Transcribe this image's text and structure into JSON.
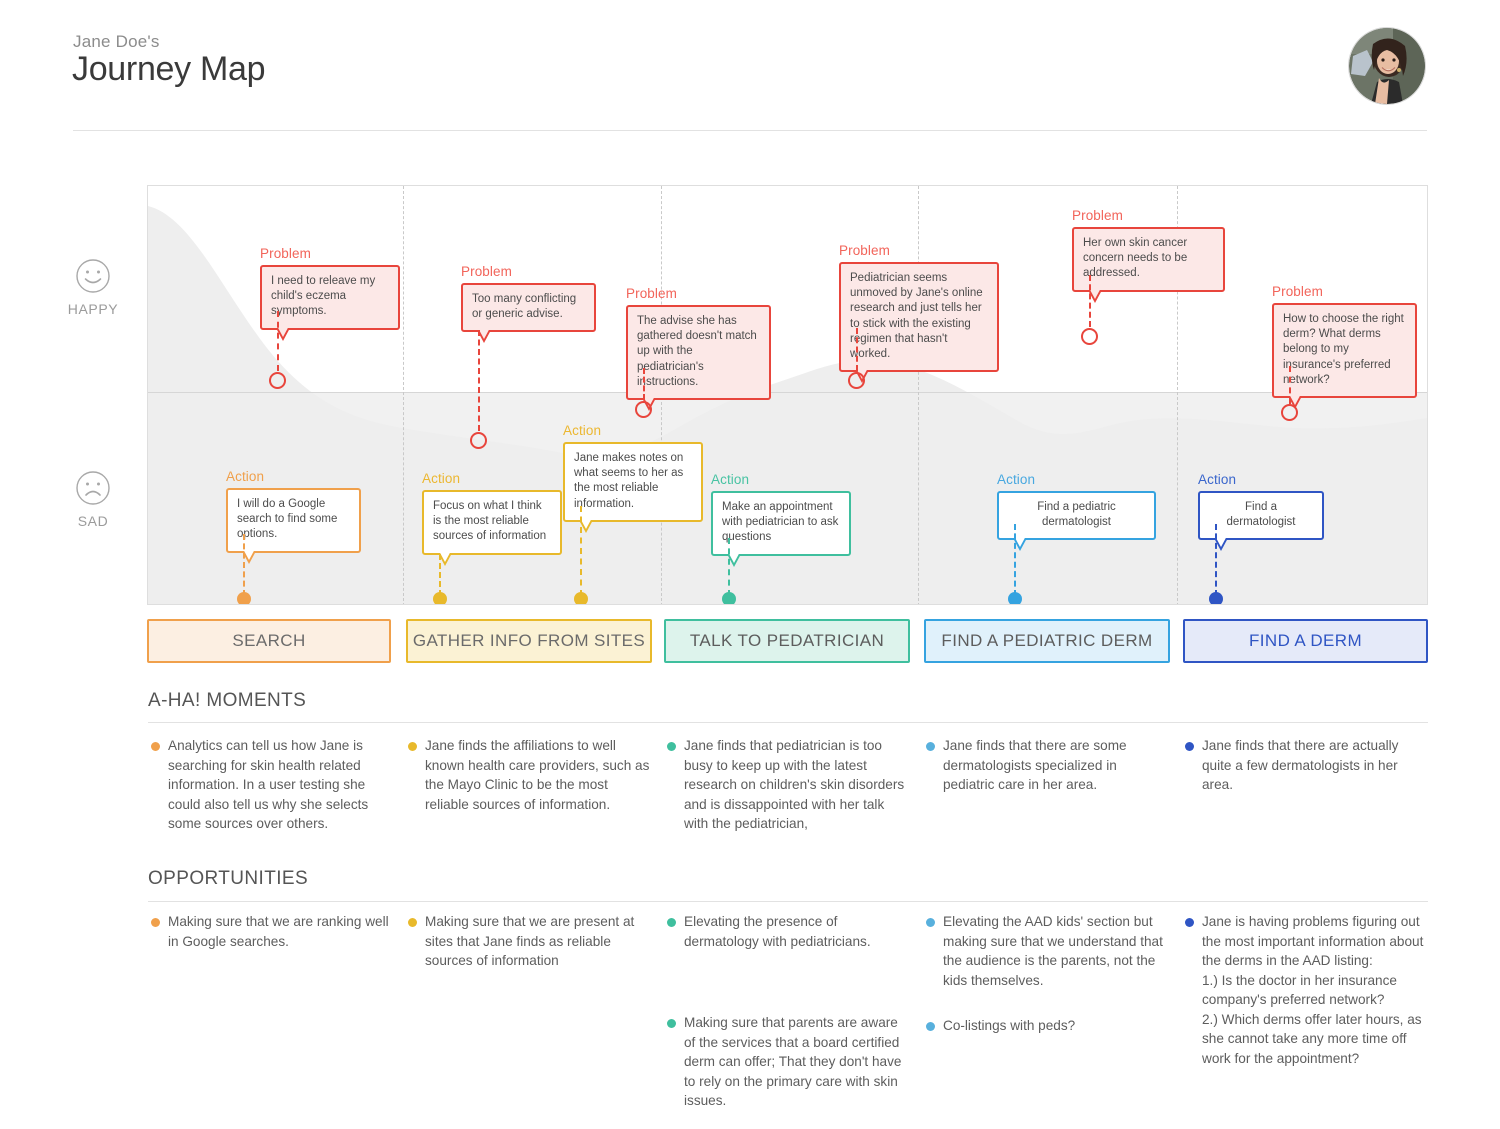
{
  "header": {
    "eyebrow": "Jane Doe's",
    "title": "Journey Map",
    "avatar_name": "user-avatar-photo"
  },
  "mood_axis": {
    "happy_label": "HAPPY",
    "sad_label": "SAD",
    "happy_icon": "happy-face-icon",
    "sad_icon": "sad-face-icon"
  },
  "palette": {
    "problem": "#e8453c",
    "problem_fill": "#fce8e7",
    "orange": "#f0a04b",
    "yellow": "#e8b92b",
    "green": "#3fbf9e",
    "light_blue": "#35a3e0",
    "blue": "#2f55c4"
  },
  "chart_data": {
    "type": "line",
    "title": "Journey Map",
    "xlabel": "",
    "ylabel": "",
    "ylim": [
      0,
      1
    ],
    "grid": false,
    "legend_position": "none",
    "note": "Emotional journey curve from HAPPY (top) to SAD (bottom) across five stages",
    "categories": [
      "SEARCH",
      "GATHER INFO FROM SITES",
      "TALK TO PEDATRICIAN",
      "FIND A PEDIATRIC DERM",
      "FIND A DERM"
    ],
    "series": [
      {
        "name": "Emotion",
        "x": [
          0,
          0.06,
          0.14,
          0.22,
          0.3,
          0.38,
          0.45,
          0.52,
          0.6,
          0.68,
          0.75,
          0.82,
          0.9,
          1.0
        ],
        "values": [
          0.95,
          0.8,
          0.58,
          0.46,
          0.4,
          0.38,
          0.44,
          0.55,
          0.67,
          0.72,
          0.66,
          0.52,
          0.43,
          0.46
        ]
      }
    ],
    "problem_points": [
      {
        "stage": "SEARCH",
        "x": 0.075,
        "y": 0.49
      },
      {
        "stage": "GATHER INFO FROM SITES",
        "x": 0.255,
        "y": 0.35
      },
      {
        "stage": "GATHER INFO FROM SITES",
        "x": 0.388,
        "y": 0.42
      },
      {
        "stage": "TALK TO PEDATRICIAN",
        "x": 0.552,
        "y": 0.49
      },
      {
        "stage": "FIND A PEDIATRIC DERM",
        "x": 0.737,
        "y": 0.56
      },
      {
        "stage": "FIND A DERM",
        "x": 0.892,
        "y": 0.42
      }
    ],
    "action_points": [
      {
        "stage": "SEARCH",
        "x": 0.075,
        "y": 0.0,
        "color": "#f0a04b"
      },
      {
        "stage": "GATHER INFO FROM SITES",
        "x": 0.229,
        "y": 0.0,
        "color": "#e8b92b"
      },
      {
        "stage": "GATHER INFO FROM SITES",
        "x": 0.341,
        "y": 0.0,
        "color": "#e8b92b"
      },
      {
        "stage": "TALK TO PEDATRICIAN",
        "x": 0.452,
        "y": 0.0,
        "color": "#3fbf9e"
      },
      {
        "stage": "FIND A PEDIATRIC DERM",
        "x": 0.677,
        "y": 0.0,
        "color": "#35a3e0"
      },
      {
        "stage": "FIND A DERM",
        "x": 0.834,
        "y": 0.0,
        "color": "#2f55c4"
      }
    ]
  },
  "problems": [
    {
      "kicker": "Problem",
      "text": "I need to releave my child's eczema symptoms."
    },
    {
      "kicker": "Problem",
      "text": "Too many conflicting or generic advise."
    },
    {
      "kicker": "Problem",
      "text": "The advise she has gathered doesn't match up with the pediatrician's instructions."
    },
    {
      "kicker": "Problem",
      "text": "Pediatrician seems unmoved by Jane's online research and just tells her to stick with the existing regimen that hasn't worked."
    },
    {
      "kicker": "Problem",
      "text": "Her own skin cancer concern needs to be addressed."
    },
    {
      "kicker": "Problem",
      "text": "How to choose the right derm? What derms belong to my insurance's preferred network?"
    }
  ],
  "actions": [
    {
      "kicker": "Action",
      "text": "I will do a Google search to find some options."
    },
    {
      "kicker": "Action",
      "text": "Focus on what I think is the most reliable sources of information"
    },
    {
      "kicker": "Action",
      "text": "Jane makes notes on what seems to her as the most reliable information."
    },
    {
      "kicker": "Action",
      "text": "Make an appointment with pediatrician to ask questions"
    },
    {
      "kicker": "Action",
      "text": "Find a pediatric dermatologist"
    },
    {
      "kicker": "Action",
      "text": "Find a dermatologist"
    }
  ],
  "stages": [
    {
      "label": "SEARCH",
      "border": "#f0a04b",
      "fill": "#fcefe2",
      "text": "#6b6b6b"
    },
    {
      "label": "GATHER INFO FROM SITES",
      "border": "#e8b92b",
      "fill": "#fbf2d4",
      "text": "#6b6b6b"
    },
    {
      "label": "TALK TO PEDATRICIAN",
      "border": "#3fbf9e",
      "fill": "#ddf3ec",
      "text": "#5d5d5d"
    },
    {
      "label": "FIND A PEDIATRIC DERM",
      "border": "#35a3e0",
      "fill": "#e0f1fb",
      "text": "#5d5d5d"
    },
    {
      "label": "FIND A DERM",
      "border": "#2f55c4",
      "fill": "#e5eaf9",
      "text": "#2f55c4"
    }
  ],
  "aha": {
    "title": "A-HA! MOMENTS",
    "columns": [
      {
        "color": "#f0a04b",
        "items": [
          "Analytics can tell us how Jane is searching for skin health related information. In a user testing she could also tell us why she selects some sources over others."
        ]
      },
      {
        "color": "#e8b92b",
        "items": [
          "Jane finds the affiliations to well known health care providers, such as the Mayo Clinic to be the most reliable sources of information."
        ]
      },
      {
        "color": "#3fbf9e",
        "items": [
          "Jane finds that pediatrician is too busy to keep up with the latest research on children's skin disorders and is dissappointed with her talk with the pediatrician,"
        ]
      },
      {
        "color": "#58b0dd",
        "items": [
          "Jane finds that there are some dermatologists specialized in pediatric care in her area."
        ]
      },
      {
        "color": "#2f55c4",
        "items": [
          "Jane finds that there are actually quite a few dermatologists in her area."
        ]
      }
    ]
  },
  "opportunities": {
    "title": "OPPORTUNITIES",
    "columns": [
      {
        "color": "#f0a04b",
        "items": [
          "Making sure that we are ranking well in Google searches."
        ]
      },
      {
        "color": "#e8b92b",
        "items": [
          "Making sure that we are present at sites that Jane finds as reliable sources of information"
        ]
      },
      {
        "color": "#3fbf9e",
        "items": [
          "Elevating the presence of dermatology with pediatricians.",
          "Making sure that parents are aware of the services that a board certified derm can offer; That they don't have to rely on the primary care with skin issues."
        ]
      },
      {
        "color": "#58b0dd",
        "items": [
          "Elevating the AAD kids' section but making sure that we understand that the audience is the parents, not the kids themselves.",
          "Co-listings with peds?"
        ]
      },
      {
        "color": "#2f55c4",
        "items": [
          "Jane is having problems figuring out the most important information about the derms in the AAD listing:\n1.) Is the doctor in her insurance company's preferred network?\n2.) Which derms offer later hours, as she cannot take any more time off work for the appointment?"
        ]
      }
    ]
  }
}
